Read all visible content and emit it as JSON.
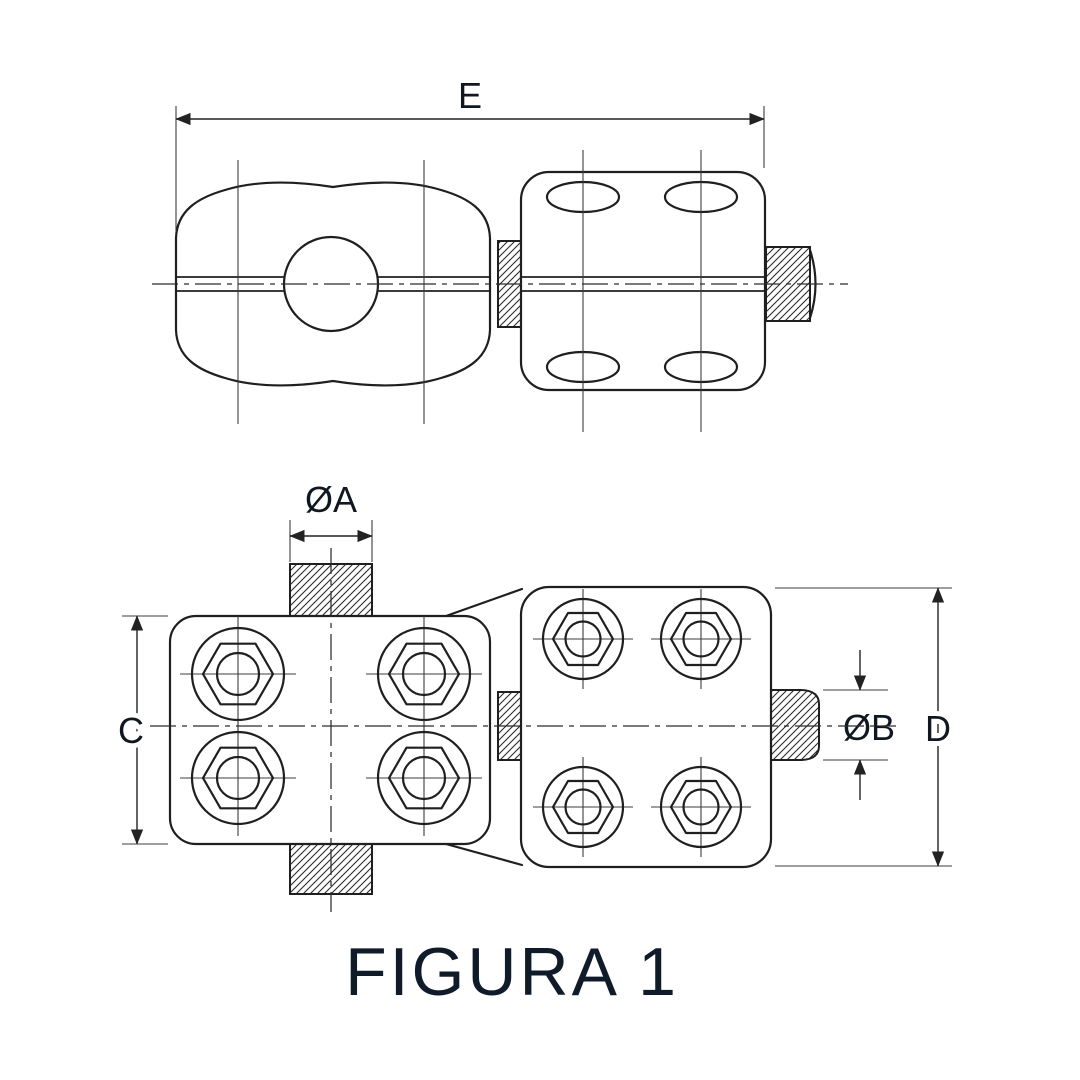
{
  "figure": {
    "title": "FIGURA 1"
  },
  "dimensions": {
    "e": "E",
    "a": "ØA",
    "c": "C",
    "b": "ØB",
    "d": "D"
  },
  "colors": {
    "line": "#1f1f1f",
    "background": "#ffffff",
    "title": "#101b2a"
  }
}
